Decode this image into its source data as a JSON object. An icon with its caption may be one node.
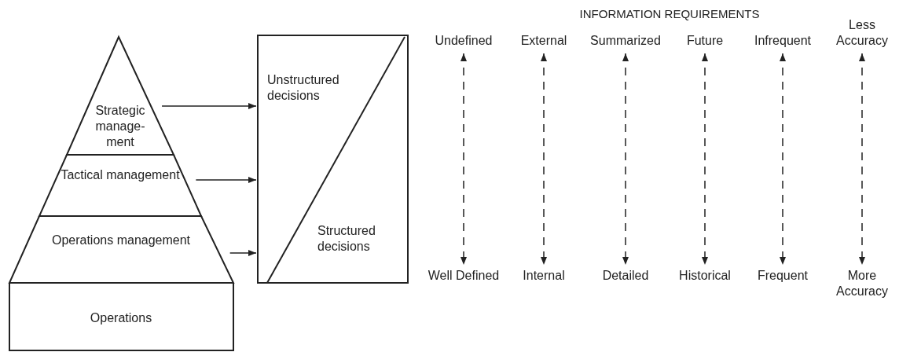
{
  "diagram": {
    "title": "INFORMATION REQUIREMENTS",
    "nodes": [
      {
        "text": [
          "Strategic manage- ment"
        ]
      },
      {
        "text": [
          "Tactical management"
        ]
      },
      {
        "text": [
          "Operations management"
        ]
      },
      {
        "text": [
          "Operations"
        ]
      },
      {
        "text": [
          "Unstructured decisions",
          "Structured decisions"
        ]
      },
      {
        "text": [
          "Undefined"
        ]
      },
      {
        "text": [
          "Well Defined"
        ]
      },
      {
        "text": [
          "External"
        ]
      },
      {
        "text": [
          "Internal"
        ]
      },
      {
        "text": [
          "Summarized"
        ]
      },
      {
        "text": [
          "Detailed"
        ]
      },
      {
        "text": [
          "Future"
        ]
      },
      {
        "text": [
          "Historical"
        ]
      },
      {
        "text": [
          "Infrequent"
        ]
      },
      {
        "text": [
          "Frequent"
        ]
      },
      {
        "text": [
          "Less Accuracy"
        ]
      },
      {
        "text": [
          "More Accuracy"
        ]
      }
    ],
    "edges": [
      {
        "from": 0,
        "to": 4,
        "arrow": "to"
      },
      {
        "from": 1,
        "to": 4,
        "arrow": "to"
      },
      {
        "from": 2,
        "to": 4,
        "arrow": "to"
      },
      {
        "from": 5,
        "to": 6,
        "arrow": "both",
        "style": "dashed"
      },
      {
        "from": 7,
        "to": 8,
        "arrow": "both",
        "style": "dashed"
      },
      {
        "from": 9,
        "to": 10,
        "arrow": "both",
        "style": "dashed"
      },
      {
        "from": 11,
        "to": 12,
        "arrow": "both",
        "style": "dashed"
      },
      {
        "from": 13,
        "to": 14,
        "arrow": "both",
        "style": "dashed"
      },
      {
        "from": 15,
        "to": 16,
        "arrow": "both",
        "style": "dashed"
      }
    ]
  }
}
